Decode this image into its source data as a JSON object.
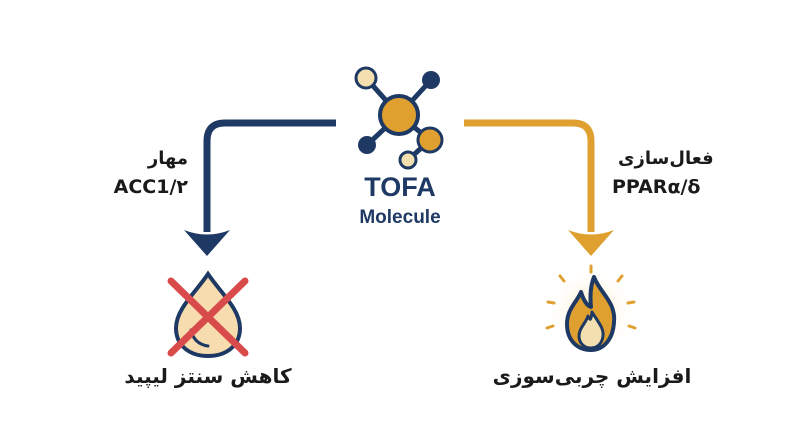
{
  "center": {
    "title_line1": "TOFA",
    "title_line2": "Molecule",
    "icon": "molecule-icon"
  },
  "left_branch": {
    "label_line1": "مهار",
    "label_line2": "ACC1/۲",
    "result": "کاهش سنتز لیپید",
    "icon": "crossed-lipid-drop-icon",
    "color": "#1e3a64"
  },
  "right_branch": {
    "label_line1": "فعال‌سازی",
    "label_line2": "PPARα/δ",
    "result": "افزایش چربی‌سوزی",
    "icon": "flame-icon",
    "color": "#e0a030"
  },
  "colors": {
    "navy": "#1e3a64",
    "gold": "#e0a030",
    "light_gold": "#f4dfb0",
    "red": "#d94a4a",
    "drop_fill": "#f6dcae"
  }
}
